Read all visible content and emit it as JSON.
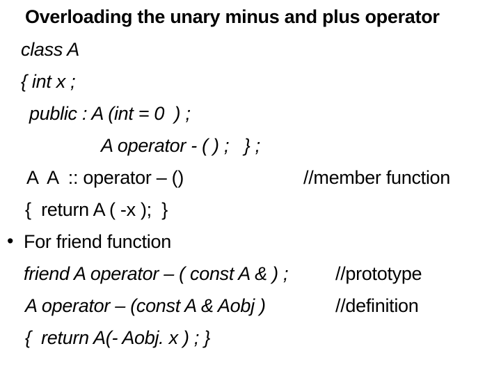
{
  "slide": {
    "title": "Overloading the unary minus and plus operator",
    "lines": {
      "l1": "class A",
      "l2": "{ int x ;",
      "l3": "public : A (int = 0  ) ;",
      "l4": "A operator - ( ) ;   } ;",
      "l5": "A  A  :: operator – ()",
      "l5_comment": "//member function",
      "l6": "{  return A ( -x );  }",
      "l7_bullet": "•",
      "l7": "For friend function",
      "l8": "friend A operator – ( const A & ) ;",
      "l8_comment": "//prototype",
      "l9": "A operator – (const A & Aobj )",
      "l9_comment": "//definition",
      "l10": "{  return A(- Aobj. x ) ; }"
    }
  }
}
